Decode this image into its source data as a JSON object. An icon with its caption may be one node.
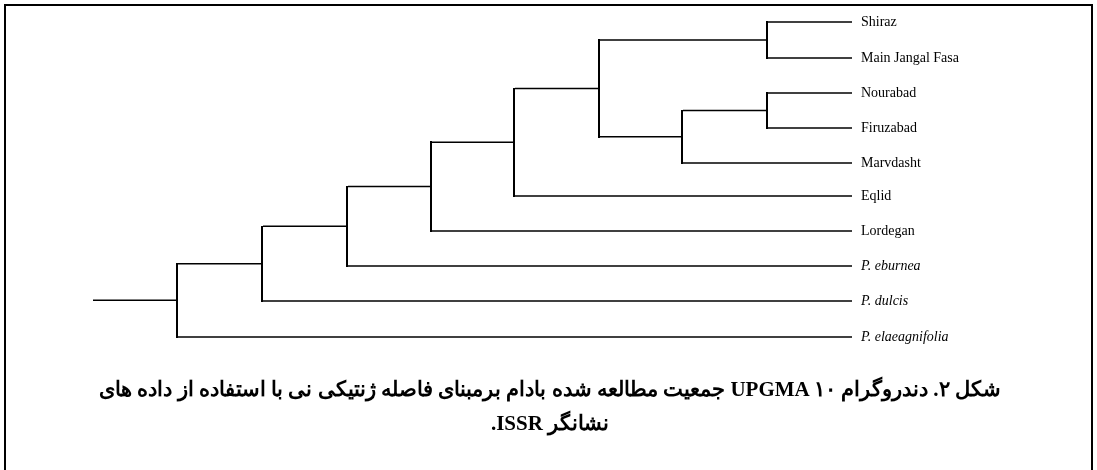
{
  "diagram": {
    "caption": "شکل ۲. دندروگرام UPGMA ۱۰ جمعیت مطالعه شده بادام برمبنای فاصله ژنتیکی نی با استفاده از داده های نشانگر ISSR.",
    "nodes": [
      {
        "text": [
          "Shiraz"
        ]
      },
      {
        "text": [
          "Main Jangal Fasa"
        ]
      },
      {
        "text": [
          "Nourabad"
        ]
      },
      {
        "text": [
          "Firuzabad"
        ]
      },
      {
        "text": [
          "Marvdasht"
        ]
      },
      {
        "text": [
          "Eqlid"
        ]
      },
      {
        "text": [
          "Lordegan"
        ]
      },
      {
        "text": [
          "P. eburnea"
        ]
      },
      {
        "text": [
          "P. dulcis"
        ]
      },
      {
        "text": [
          "P. elaeagnifolia"
        ]
      },
      {
        "text": [],
        "shape": "bar"
      },
      {
        "text": [],
        "shape": "bar"
      },
      {
        "text": [],
        "shape": "bar"
      },
      {
        "text": [],
        "shape": "bar"
      },
      {
        "text": [],
        "shape": "bar"
      },
      {
        "text": [],
        "shape": "bar"
      },
      {
        "text": [],
        "shape": "bar"
      },
      {
        "text": [],
        "shape": "bar"
      },
      {
        "text": [],
        "shape": "bar"
      }
    ],
    "edges": [
      {
        "from": 10,
        "to": 0,
        "arrow": "none"
      },
      {
        "from": 10,
        "to": 1,
        "arrow": "none"
      },
      {
        "from": 11,
        "to": 2,
        "arrow": "none"
      },
      {
        "from": 11,
        "to": 3,
        "arrow": "none"
      },
      {
        "from": 12,
        "to": 11,
        "arrow": "none"
      },
      {
        "from": 12,
        "to": 4,
        "arrow": "none"
      },
      {
        "from": 13,
        "to": 10,
        "arrow": "none"
      },
      {
        "from": 13,
        "to": 12,
        "arrow": "none"
      },
      {
        "from": 14,
        "to": 13,
        "arrow": "none"
      },
      {
        "from": 14,
        "to": 5,
        "arrow": "none"
      },
      {
        "from": 15,
        "to": 14,
        "arrow": "none"
      },
      {
        "from": 15,
        "to": 6,
        "arrow": "none"
      },
      {
        "from": 16,
        "to": 15,
        "arrow": "none"
      },
      {
        "from": 16,
        "to": 7,
        "arrow": "none"
      },
      {
        "from": 17,
        "to": 16,
        "arrow": "none"
      },
      {
        "from": 17,
        "to": 8,
        "arrow": "none"
      },
      {
        "from": 18,
        "to": 17,
        "arrow": "none"
      },
      {
        "from": 18,
        "to": 9,
        "arrow": "none"
      },
      {
        "from": null,
        "to": 18,
        "arrow": "none"
      }
    ]
  }
}
